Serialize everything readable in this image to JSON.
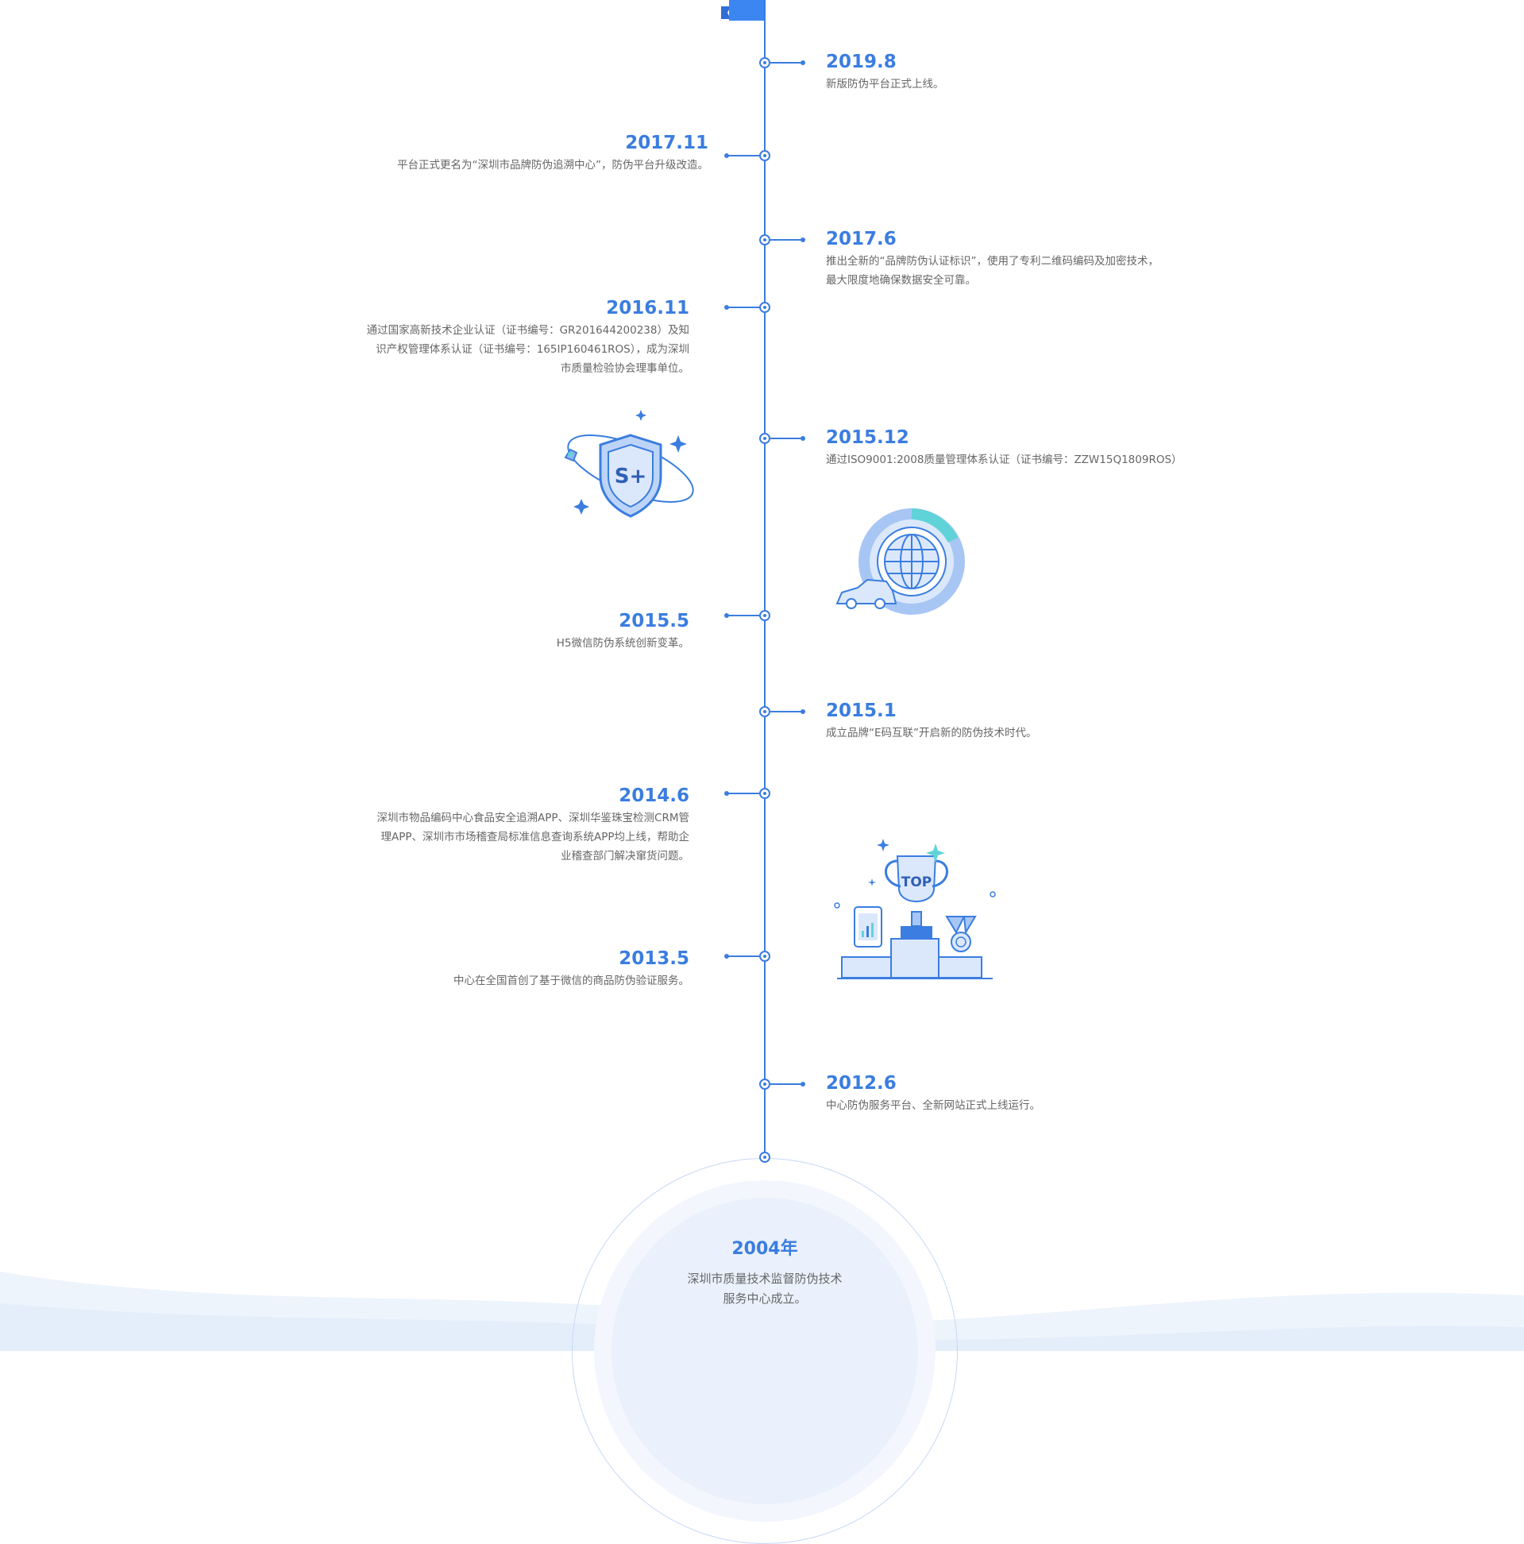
{
  "timeline": {
    "entries": [
      {
        "date": "2019.8",
        "text": "新版防伪平台正式上线。"
      },
      {
        "date": "2017.11",
        "text": "平台正式更名为“深圳市品牌防伪追溯中心”，防伪平台升级改造。"
      },
      {
        "date": "2017.6",
        "text_line1": "推出全新的“品牌防伪认证标识”，使用了专利二维码编码及加密技术，",
        "text_line2": "最大限度地确保数据安全可靠。"
      },
      {
        "date": "2016.11",
        "text_line1": "通过国家高新技术企业认证（证书编号：GR201644200238）及知",
        "text_line2": "识产权管理体系认证（证书编号：165IP160461ROS），成为深圳",
        "text_line3": "市质量检验协会理事单位。"
      },
      {
        "date": "2015.12",
        "text": "通过ISO9001:2008质量管理体系认证（证书编号：ZZW15Q1809ROS）"
      },
      {
        "date": "2015.5",
        "text": "H5微信防伪系统创新变革。"
      },
      {
        "date": "2015.1",
        "text": "成立品牌“E码互联”开启新的防伪技术时代。"
      },
      {
        "date": "2014.6",
        "text_line1": "深圳市物品编码中心食品安全追溯APP、深圳华鉴珠宝检测CRM管",
        "text_line2": "理APP、深圳市市场稽查局标准信息查询系统APP均上线，帮助企",
        "text_line3": "业稽查部门解决窜货问题。"
      },
      {
        "date": "2013.5",
        "text": "中心在全国首创了基于微信的商品防伪验证服务。"
      },
      {
        "date": "2012.6",
        "text": "中心防伪服务平台、全新网站正式上线运行。"
      }
    ],
    "origin": {
      "date": "2004年",
      "text_line1": "深圳市质量技术监督防伪技术",
      "text_line2": "服务中心成立。"
    }
  },
  "illustrations": {
    "trophy_label": "TOP"
  },
  "colors": {
    "accent": "#3b7de0",
    "light": "#d7e6fb",
    "teal": "#5fd3d8"
  }
}
